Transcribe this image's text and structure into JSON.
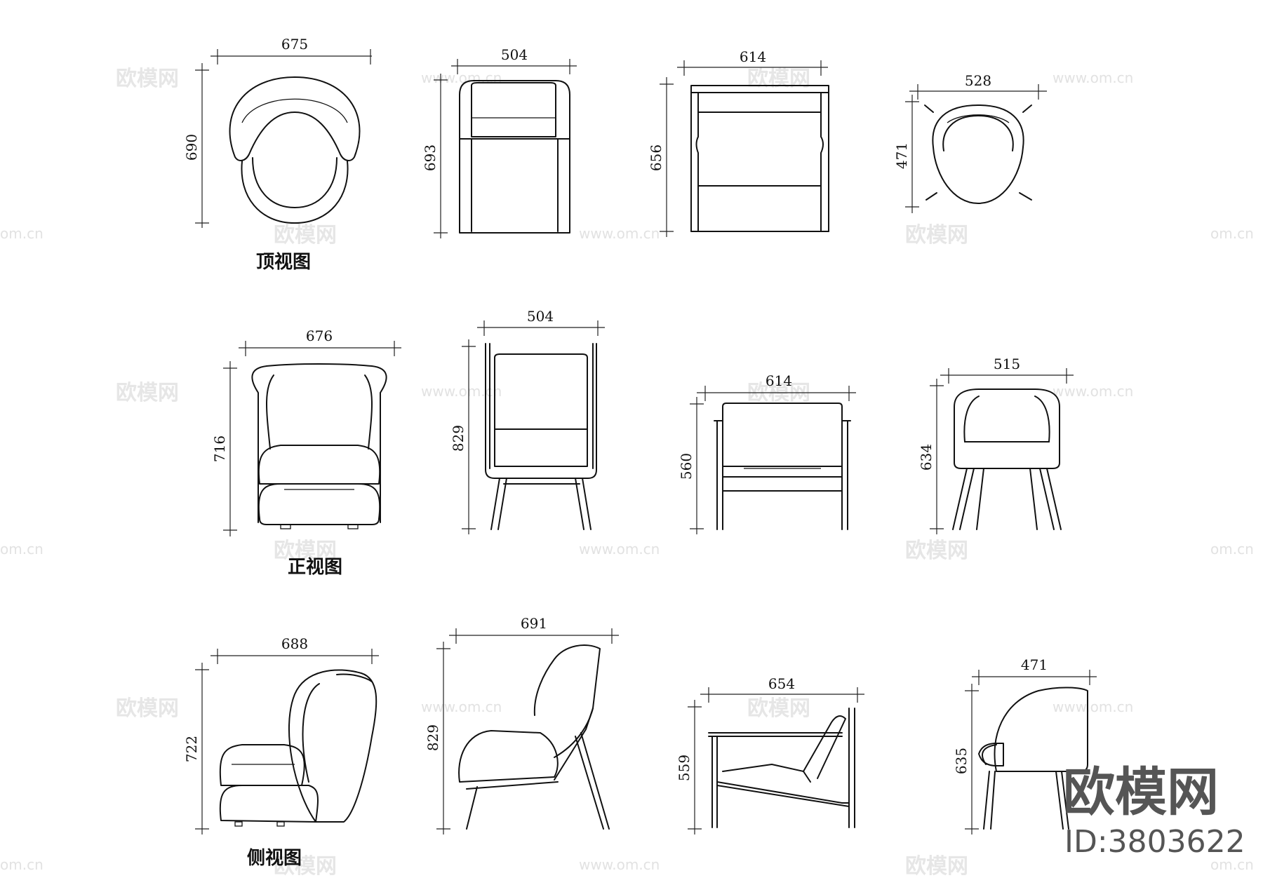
{
  "watermarks": {
    "cn": "欧模网",
    "url": "www.om.cn",
    "url_partial": "om.cn"
  },
  "view_labels": {
    "top": "顶视图",
    "front": "正视图",
    "side": "侧视图"
  },
  "brand": {
    "name": "欧模网",
    "id": "ID:3803622"
  },
  "dimensions": {
    "top": [
      {
        "w": "675",
        "h": "690"
      },
      {
        "w": "504",
        "h": "693"
      },
      {
        "w": "614",
        "h": "656"
      },
      {
        "w": "528",
        "h": "471"
      }
    ],
    "front": [
      {
        "w": "676",
        "h": "716"
      },
      {
        "w": "504",
        "h": "829"
      },
      {
        "w": "614",
        "h": "560"
      },
      {
        "w": "515",
        "h": "634"
      }
    ],
    "side": [
      {
        "w": "688",
        "h": "722"
      },
      {
        "w": "691",
        "h": "829"
      },
      {
        "w": "654",
        "h": "559"
      },
      {
        "w": "471",
        "h": "635"
      }
    ]
  }
}
